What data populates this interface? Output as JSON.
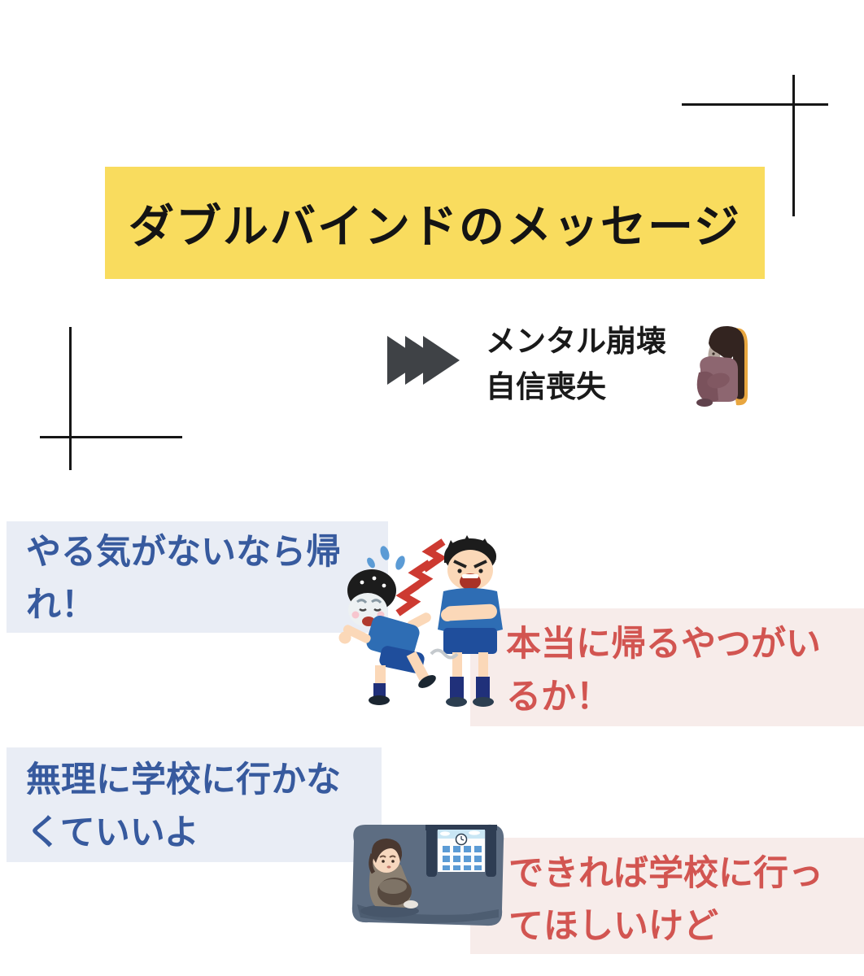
{
  "page": {
    "title": "ダブルバインドのメッセージ",
    "outcome": {
      "text": "メンタル崩壊\n自信喪失"
    },
    "pairs": [
      {
        "spoken": "やる気がないなら帰\nれ！",
        "hidden": "本当に帰るやつがい\nるか！"
      },
      {
        "spoken": "無理に学校に行かな\nくていいよ",
        "hidden": "できれば学校に行っ\nてほしいけど"
      }
    ],
    "icons": {
      "fast_forward": "fast-forward-arrows-icon",
      "sitting_person": "depressed-sitting-person-illustration",
      "coach_scene": "coach-scolding-running-player-illustration",
      "dark_room": "child-in-dark-room-with-school-window-illustration",
      "cross_marks": "decorative-cross-marks"
    },
    "colors": {
      "banner_yellow": "#F9DC5E",
      "spoken_box_bg": "#E9EDF5",
      "spoken_text_blue": "#375A9E",
      "hidden_box_bg": "#F7ECEA",
      "hidden_text_red": "#D25551",
      "arrow_gray": "#3F4246",
      "cross_black": "#161616",
      "title_text": "#141414"
    }
  }
}
